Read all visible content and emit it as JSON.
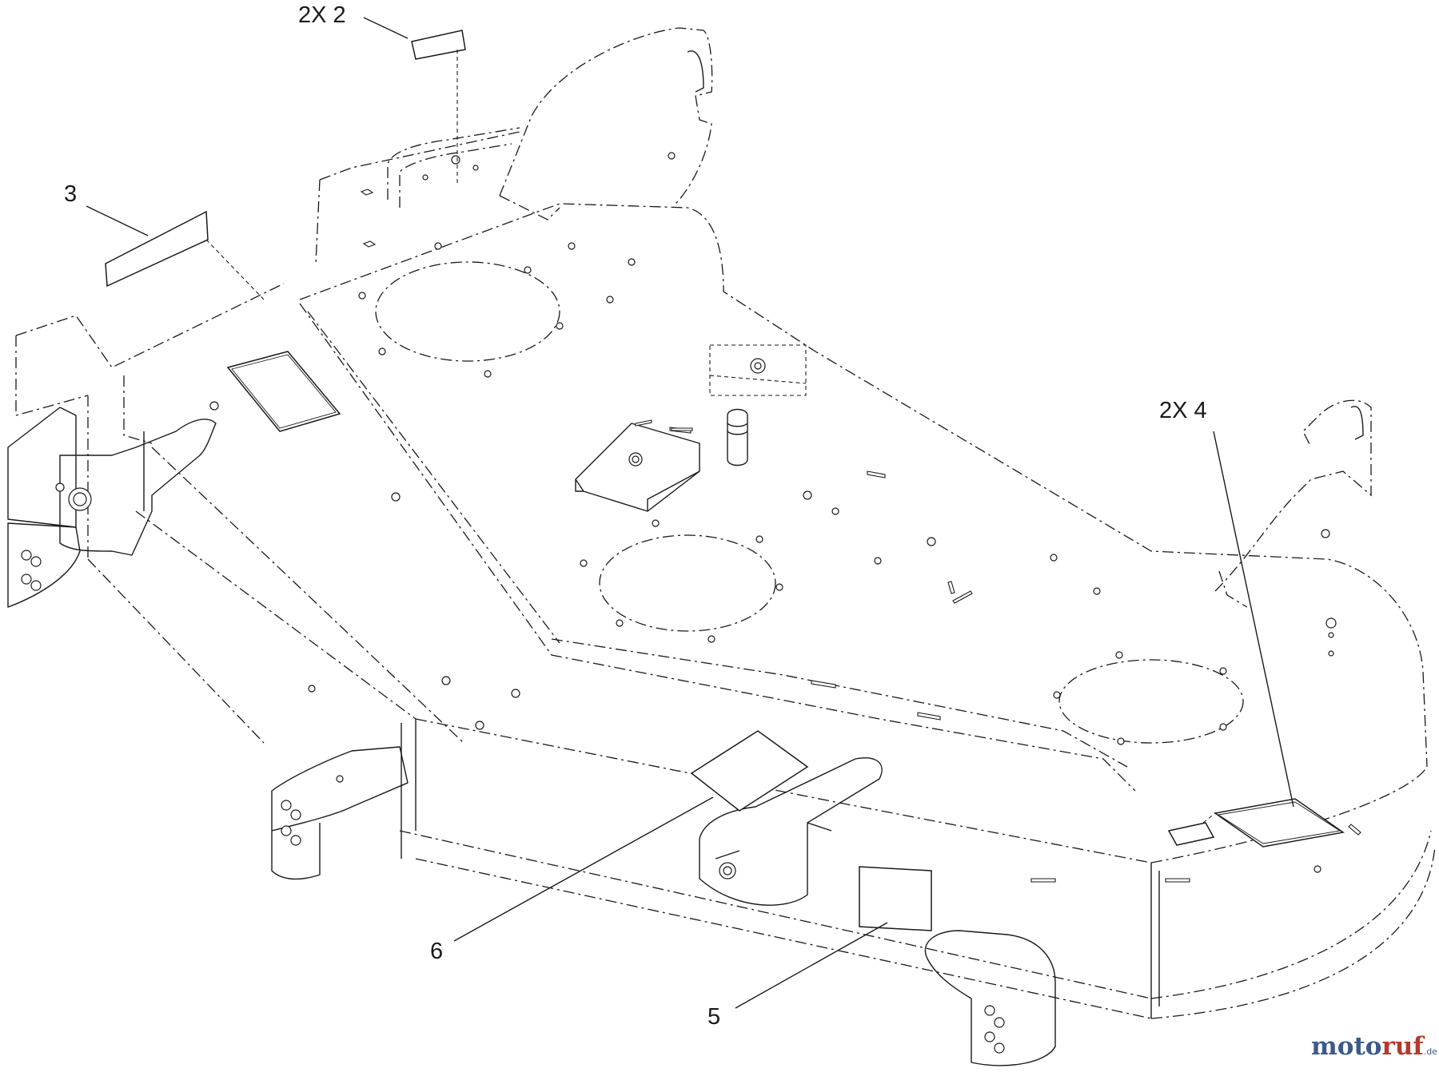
{
  "callouts": [
    {
      "id": "decal-2",
      "label": "2X 2"
    },
    {
      "id": "decal-3",
      "label": "3"
    },
    {
      "id": "decal-4",
      "label": "2X 4"
    },
    {
      "id": "decal-6",
      "label": "6"
    },
    {
      "id": "decal-5",
      "label": "5"
    }
  ],
  "watermark": {
    "part1": "moto",
    "part2": "ruf",
    "suffix": ".de"
  },
  "colors": {
    "line": "#1a1a1a",
    "watermark_blue": "#3b5a8c",
    "watermark_red": "#b23a2e"
  }
}
